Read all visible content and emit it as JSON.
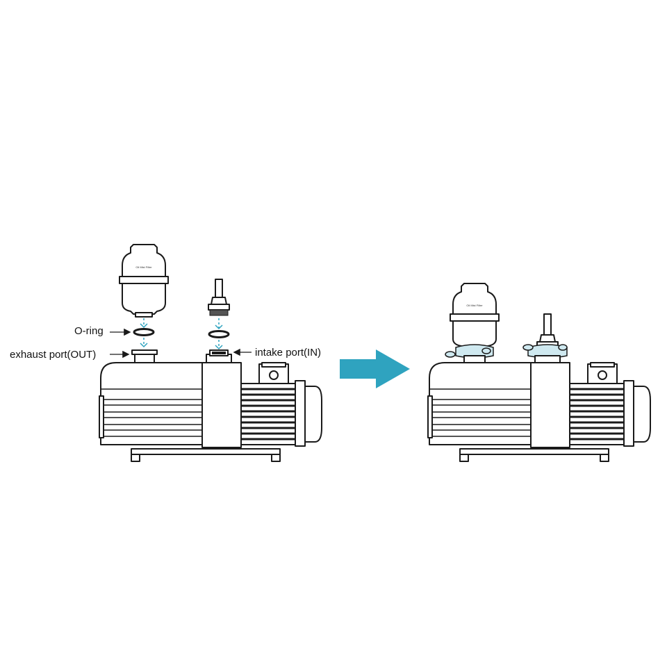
{
  "labels": {
    "oring": "O-ring",
    "exhaust": "exhaust port(OUT)",
    "intake": "intake port(IN)"
  },
  "filter_text": {
    "before": "Oil Mist Filter",
    "after": "Oil Mist Filter"
  },
  "colors": {
    "accent": "#2fa3bf",
    "clamp": "#cfe9f0",
    "line": "#1a1a1a",
    "background": "#ffffff"
  },
  "icons": {
    "transition": "right-arrow-icon",
    "label_pointer": "left-arrow-icon",
    "insert_direction": "down-arrow-icon"
  }
}
